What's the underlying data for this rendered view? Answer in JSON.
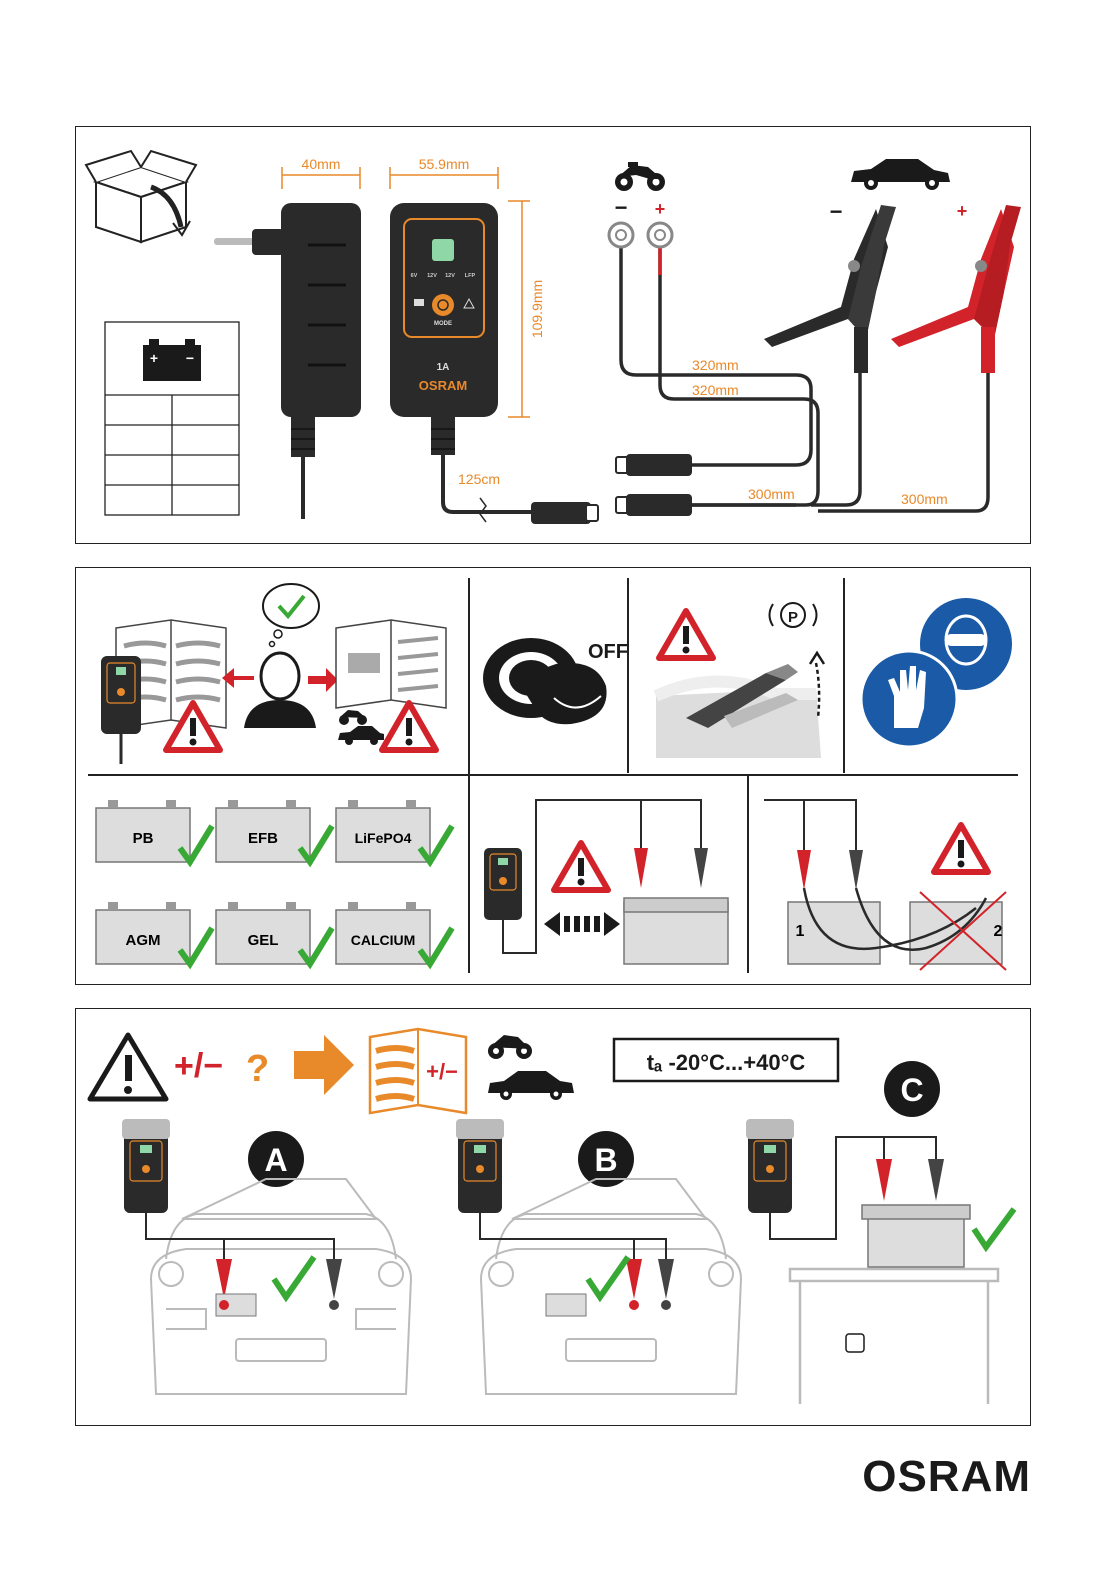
{
  "panel1": {
    "dim_width_plug": "40mm",
    "dim_width_charger": "55.9mm",
    "dim_height": "109.9mm",
    "charger_label": "1A",
    "charger_brand": "OSRAM",
    "charger_mode_label": "MODE",
    "charger_leds": [
      "6V",
      "12V",
      "12V",
      "LFP"
    ],
    "cable_main": "125cm",
    "cable_a": "320mm",
    "cable_b": "320mm",
    "cable_c": "300mm",
    "cable_d": "300mm",
    "minus_sign": "−",
    "plus_sign": "+"
  },
  "panel2": {
    "off_label": "OFF",
    "parking_label": "P",
    "battery_types": [
      "PB",
      "EFB",
      "LiFePO4",
      "AGM",
      "GEL",
      "CALCIUM"
    ],
    "battery_index_1": "1",
    "battery_index_2": "2"
  },
  "panel3": {
    "polarity_label": "+/−",
    "question_mark": "?",
    "temperature_label": "tₐ -20°C...+40°C",
    "label_a": "A",
    "label_b": "B",
    "label_c": "C"
  },
  "footer": {
    "brand": "OSRAM"
  },
  "colors": {
    "accent_orange": "#e8892a",
    "check_green": "#39a935",
    "warning_red": "#d2232a",
    "mandatory_blue": "#1a5aa6",
    "charger_body": "#2a2a2a"
  }
}
